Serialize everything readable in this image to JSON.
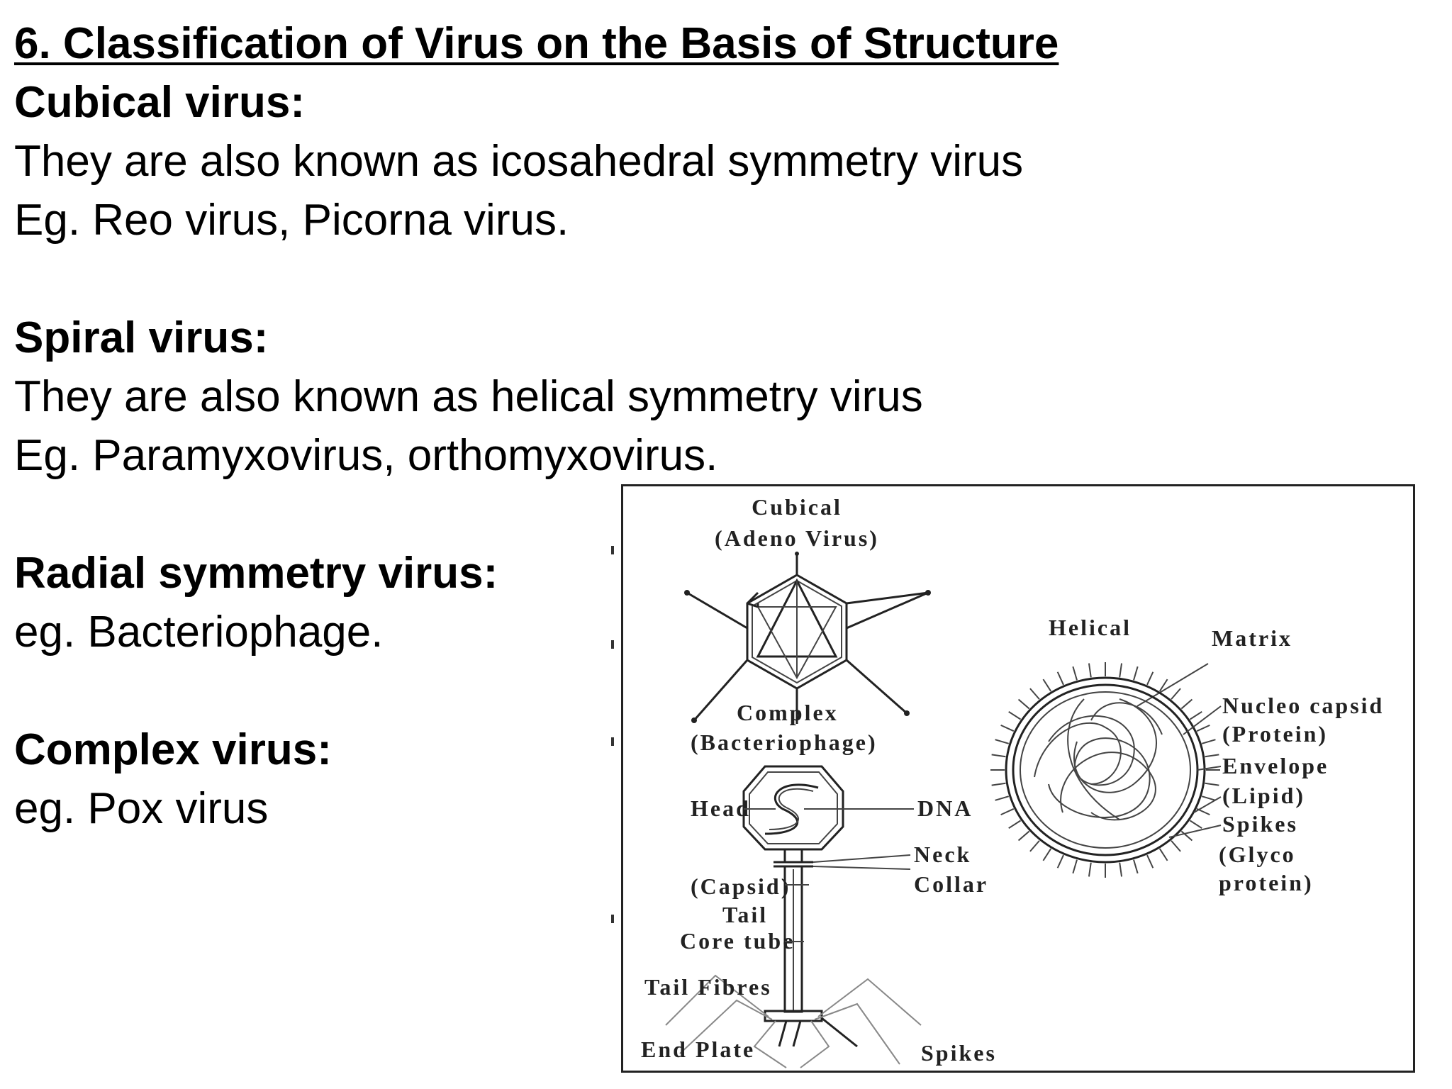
{
  "slide": {
    "title": "6. Classification of Virus on the Basis of Structure",
    "sections": [
      {
        "heading": "Cubical virus:",
        "lines": [
          "They are also known as icosahedral symmetry virus",
          "Eg. Reo virus, Picorna virus."
        ]
      },
      {
        "heading": "Spiral virus:",
        "lines": [
          "They are also known as helical symmetry virus",
          "Eg. Paramyxovirus, orthomyxovirus."
        ]
      },
      {
        "heading": "Radial symmetry virus:",
        "lines": [
          "eg. Bacteriophage."
        ]
      },
      {
        "heading": "Complex virus:",
        "lines": [
          "eg. Pox virus"
        ]
      }
    ]
  },
  "figure": {
    "cubical": {
      "title": "Cubical",
      "subtitle": "(Adeno Virus)"
    },
    "complex": {
      "title": "Complex",
      "subtitle": "(Bacteriophage)"
    },
    "helical": {
      "title": "Helical",
      "matrix": "Matrix"
    },
    "labels": {
      "nucleo_capsid": "Nucleo capsid",
      "protein": "(Protein)",
      "envelope": "Envelope",
      "lipid": "(Lipid)",
      "spikes_right": "Spikes",
      "glyco": "(Glyco",
      "glyco_protein": "protein)",
      "head": "Head",
      "dna": "DNA",
      "neck": "Neck",
      "collar": "Collar",
      "capsid": "(Capsid)",
      "tail": "Tail",
      "core_tube": "Core tube",
      "tail_fibres": "Tail Fibres",
      "end_plate": "End Plate",
      "spikes_bottom": "Spikes"
    }
  }
}
